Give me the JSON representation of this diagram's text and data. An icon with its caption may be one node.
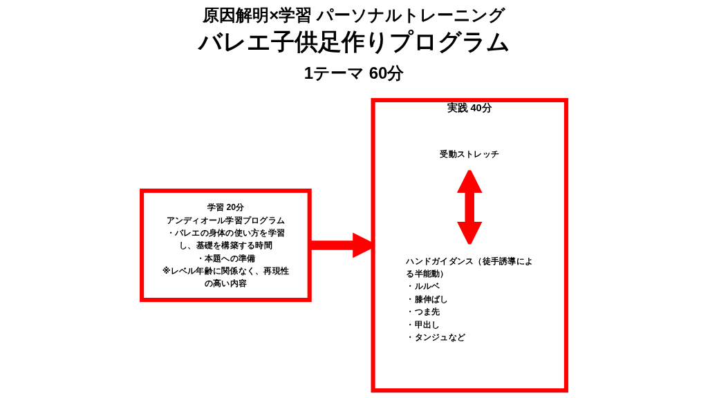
{
  "diagram": {
    "title": "バレエ子供足作りプログラム",
    "nodes": [
      {
        "text": [
          "学習 20分",
          "アンディオール学習プログラム",
          "・バレエの身体の使い方を学習し、基礎を構築する時間",
          "・本題への準備",
          "※レベル年齢に関係なく、再現性の高い内容"
        ]
      },
      {
        "text": [
          "実践 40分"
        ]
      },
      {
        "text": [
          "受動ストレッチ"
        ],
        "in": 1
      },
      {
        "text": [
          "ハンドガイダンス（徒手誘導による半能動）",
          "・ルルベ",
          "・膝伸ばし",
          "・つま先",
          "・甲出し",
          "・タンジュなど"
        ],
        "in": 1
      }
    ],
    "edges": [
      {
        "from": 0,
        "to": 1,
        "arrow": "to"
      },
      {
        "from": 2,
        "to": 3,
        "arrow": "both"
      }
    ],
    "labels": [
      "原因解明×学習 パーソナルトレーニング",
      "1テーマ 60分"
    ]
  }
}
